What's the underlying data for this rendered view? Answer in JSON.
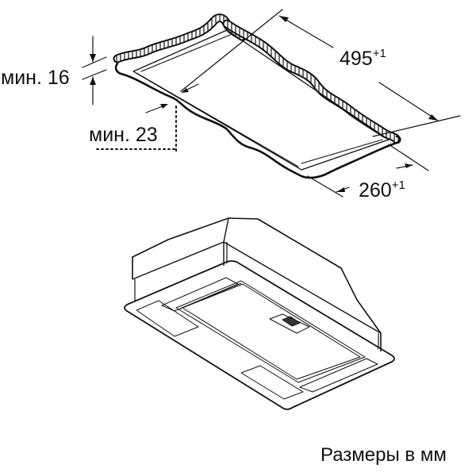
{
  "diagram": {
    "type": "installation-cutout-drawing",
    "cutout": {
      "length": {
        "value": "495",
        "tolerance": "+1"
      },
      "width": {
        "value": "260",
        "tolerance": "+1"
      },
      "min_thickness": {
        "label": "мин. 16"
      },
      "min_edge_distance": {
        "label": "мин. 23"
      }
    },
    "appliance": "built-in hood unit (underside view)",
    "footer": {
      "units_note": "Размеры в мм"
    },
    "colors": {
      "line": "#111111",
      "background": "#ffffff"
    }
  }
}
